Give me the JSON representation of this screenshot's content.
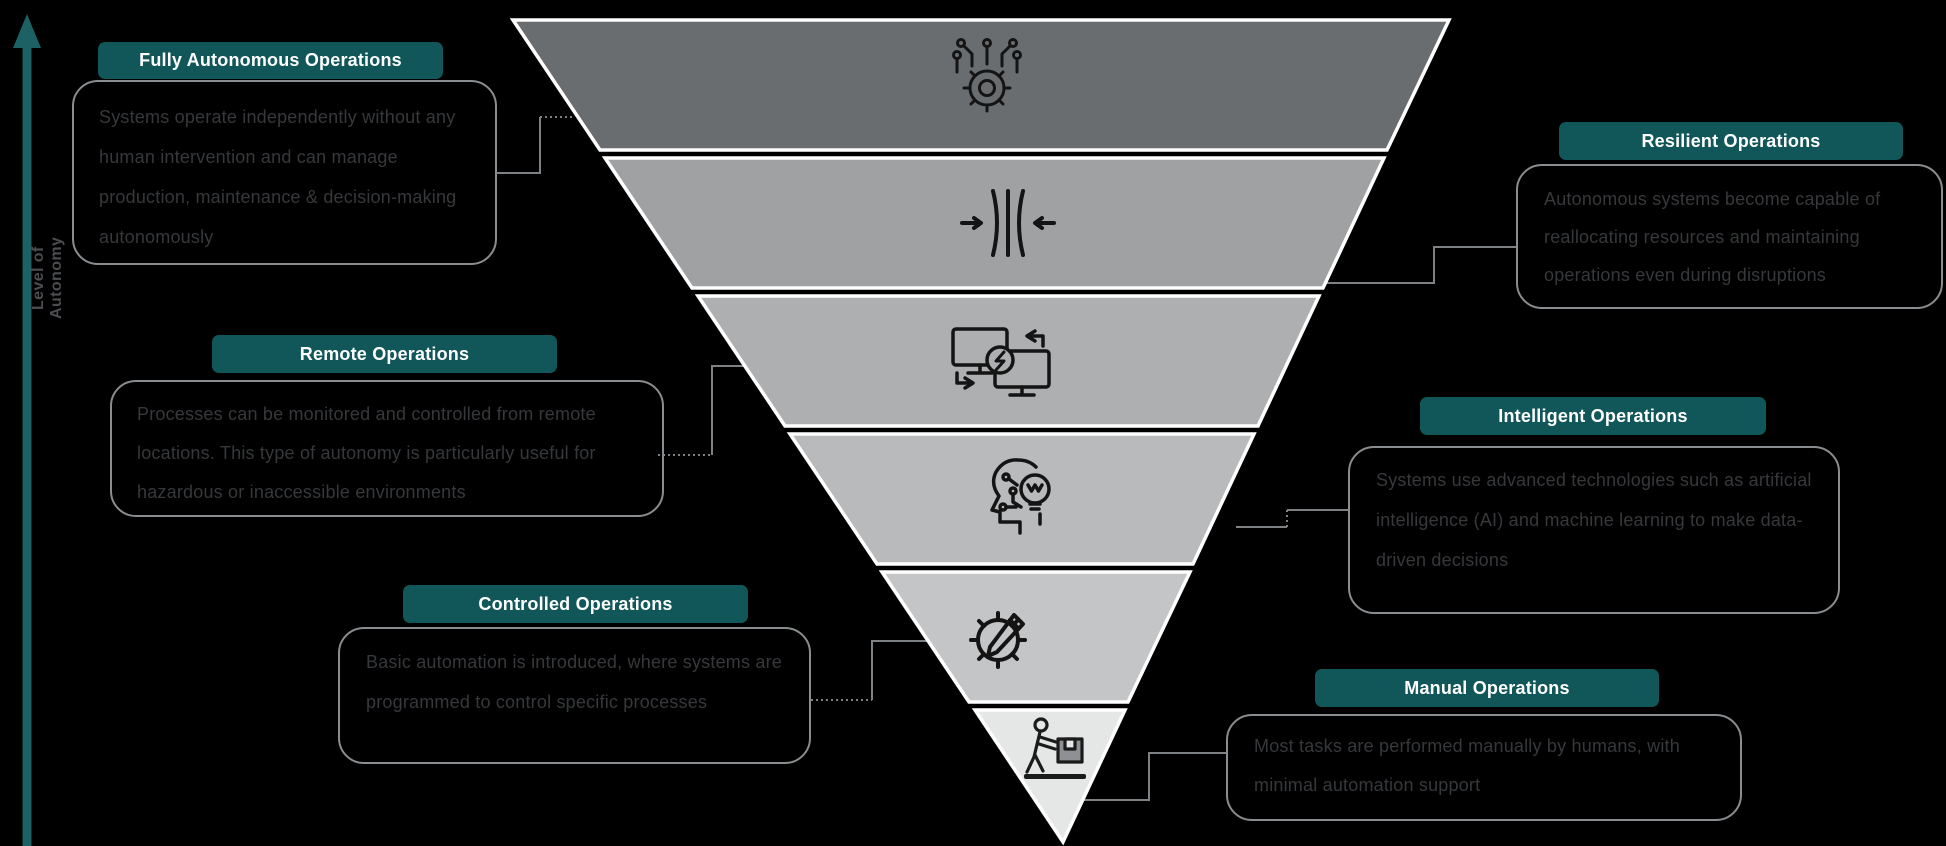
{
  "axis": {
    "label": "Level of Autonomy"
  },
  "colors": {
    "background": "#000000",
    "badge": "#115759",
    "badge_text": "#FFFFFF",
    "box_border": "#8A8D8F",
    "box_text": "#36383B",
    "connector": "#7E8184",
    "arrow": "#1C6164",
    "band_stroke": "#FFFFFF",
    "icon_stroke": "#141414",
    "axis_label_color": "#4B4D50"
  },
  "levels": [
    {
      "title": "Fully Autonomous Operations",
      "description": "Systems operate independently without any human intervention and can manage production, maintenance & decision-making autonomously",
      "band_color": "#6A6D70",
      "icon": "automation-gear-icon",
      "side": "left"
    },
    {
      "title": "Resilient Operations",
      "description": "Autonomous systems become capable of reallocating resources and maintaining operations even during disruptions",
      "band_color": "#9FA1A3",
      "icon": "resilience-icon",
      "side": "right"
    },
    {
      "title": "Remote Operations",
      "description": "Processes can be monitored and controlled from remote locations. This type of autonomy is particularly useful for hazardous or inaccessible environments",
      "band_color": "#ADAFB1",
      "icon": "remote-monitors-icon",
      "side": "left"
    },
    {
      "title": "Intelligent Operations",
      "description": "Systems use advanced technologies such as artificial intelligence (AI) and machine learning to make data-driven decisions",
      "band_color": "#B8BABC",
      "icon": "ai-head-icon",
      "side": "right"
    },
    {
      "title": "Controlled Operations",
      "description": "Basic automation is introduced, where systems are programmed to control specific processes",
      "band_color": "#C4C5C7",
      "icon": "gear-pencil-icon",
      "side": "left"
    },
    {
      "title": "Manual Operations",
      "description": "Most tasks are performed manually by humans, with minimal automation support",
      "band_color": "#E5E6E6",
      "icon": "manual-worker-icon",
      "side": "right"
    }
  ]
}
